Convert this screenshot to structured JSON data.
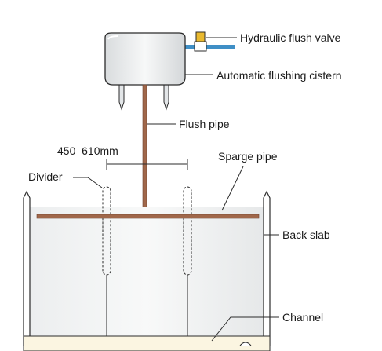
{
  "labels": {
    "flush_valve": "Hydraulic flush valve",
    "cistern": "Automatic flushing cistern",
    "flush_pipe": "Flush pipe",
    "dimension": "450–610mm",
    "sparge_pipe": "Sparge pipe",
    "divider": "Divider",
    "back_slab": "Back slab",
    "channel": "Channel"
  },
  "colors": {
    "pipe": "#a0674a",
    "valve": "#e9b92f",
    "water_pipe": "#3f8fc6",
    "outline": "#2b2b2b",
    "slab_fill": "#f2f3f3",
    "channel_fill": "#fbf5e1"
  }
}
